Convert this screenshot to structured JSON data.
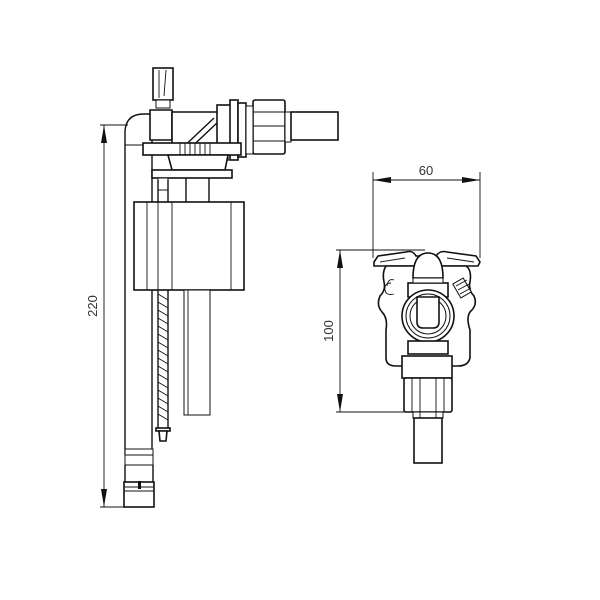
{
  "drawing": {
    "type": "technical-dimension-drawing",
    "subject": "side-entry fill valve",
    "views": [
      {
        "name": "side view",
        "dimension_label": "220",
        "dimension_orientation": "vertical"
      },
      {
        "name": "front view",
        "dimension_labels": [
          "60",
          "100"
        ]
      }
    ]
  },
  "dimensions": {
    "overall_height": {
      "label": "220"
    },
    "front_width": {
      "label": "60"
    },
    "front_height": {
      "label": "100"
    }
  },
  "colors": {
    "line": "#111111",
    "text": "#333333",
    "background": "#ffffff"
  }
}
